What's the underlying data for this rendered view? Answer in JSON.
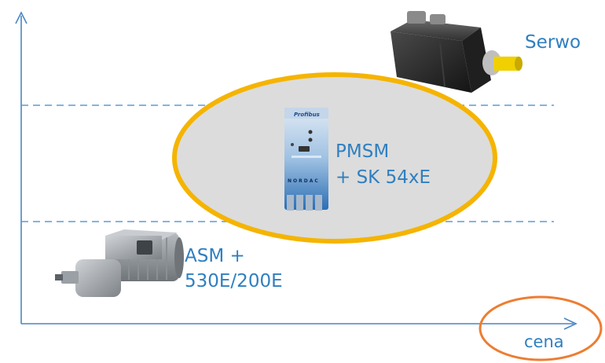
{
  "labels": {
    "serwo": "Serwo",
    "pmsm_line1": "PMSM",
    "pmsm_line2": "+ SK 54xE",
    "asm_line1": "ASM +",
    "asm_line2": "530E/200E",
    "x_axis": "cena"
  },
  "device_text": {
    "fieldbus": "Profibus",
    "brand": "NORDAC"
  },
  "colors": {
    "axis": "#4a86c5",
    "dashed_line": "#5b9bd5",
    "text": "#2f7fc0",
    "ellipse_fill": "#dcdcdc",
    "ellipse_stroke": "#f5b400",
    "cena_circle": "#ed7d31"
  },
  "icons": {
    "servo": "servo-motor-icon",
    "drive": "frequency-inverter-icon",
    "asm": "gear-motor-icon"
  }
}
